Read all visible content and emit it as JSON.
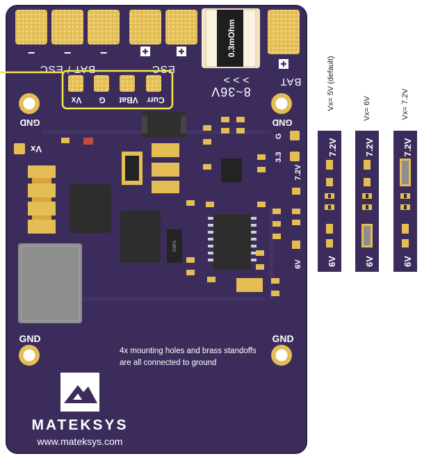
{
  "colors": {
    "board": "#3c2c5c",
    "board_edge": "#2c1f46",
    "pad_gold": "#e4bd55",
    "silk": "#ffffff",
    "highlight": "#f4e94a",
    "chip": "#2d2d2d",
    "inductor": "#8e8e8e"
  },
  "pads": {
    "bat_esc_minus": "BAT / ESC",
    "esc_plus": "ESC",
    "bat_plus": "BAT",
    "minus_sign": "−",
    "plus_sign": "+",
    "shunt_value": "0.3mOhm",
    "voltage_range": "8~36V",
    "arrows": "> > >"
  },
  "header": {
    "curr": "Curr",
    "vbat": "VBat",
    "g": "G",
    "vx": "Vx"
  },
  "board_labels": {
    "gnd": "GND",
    "vx_side": "Vx",
    "g_right": "G",
    "v33": "3.3",
    "v72": "7.2V",
    "v6": "6V",
    "mounting_note_line1": "4x mounting holes and brass standoffs",
    "mounting_note_line2": "are all connected to ground",
    "brand": "MATEKSYS",
    "website": "www.mateksys.com",
    "shunt_code": "D3RS"
  },
  "jumpers": [
    {
      "caption": "Vx= 5V (default)",
      "top": "7.2V",
      "bottom": "6V"
    },
    {
      "caption": "Vx= 6V",
      "top": "7.2V",
      "bottom": "6V"
    },
    {
      "caption": "Vx= 7.2V",
      "top": "7.2V",
      "bottom": "6V"
    }
  ]
}
